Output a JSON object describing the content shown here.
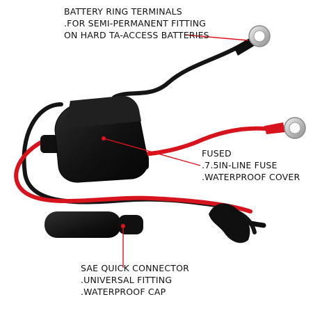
{
  "callouts": {
    "terminals": {
      "line1": "BATTERY RING TERMINALS",
      "line2": ".FOR SEMI-PERMANENT FITTING",
      "line3": "ON HARD TA-ACCESS BATTERIES"
    },
    "fuse": {
      "line1": "FUSED",
      "line2": ".7.5IN-LINE FUSE",
      "line3": ".WATERPROOF COVER"
    },
    "sae": {
      "line1": "SAE QUICK CONNECTOR",
      "line2": ".UNIVERSAL FITTING",
      "line3": ".WATERPROOF CAP"
    }
  },
  "colors": {
    "background": "#ffffff",
    "cable_red": "#d7141e",
    "cable_black": "#151515",
    "leader_red": "#e2131c",
    "ring_metal": "#c8c8c8",
    "text": "#111111"
  },
  "icons": {
    "product": "battery-harness-cable-illustration",
    "ring_terminal": "ring-terminal-icon",
    "fuse_holder": "fuse-holder-icon",
    "sae_connector": "sae-connector-icon"
  }
}
